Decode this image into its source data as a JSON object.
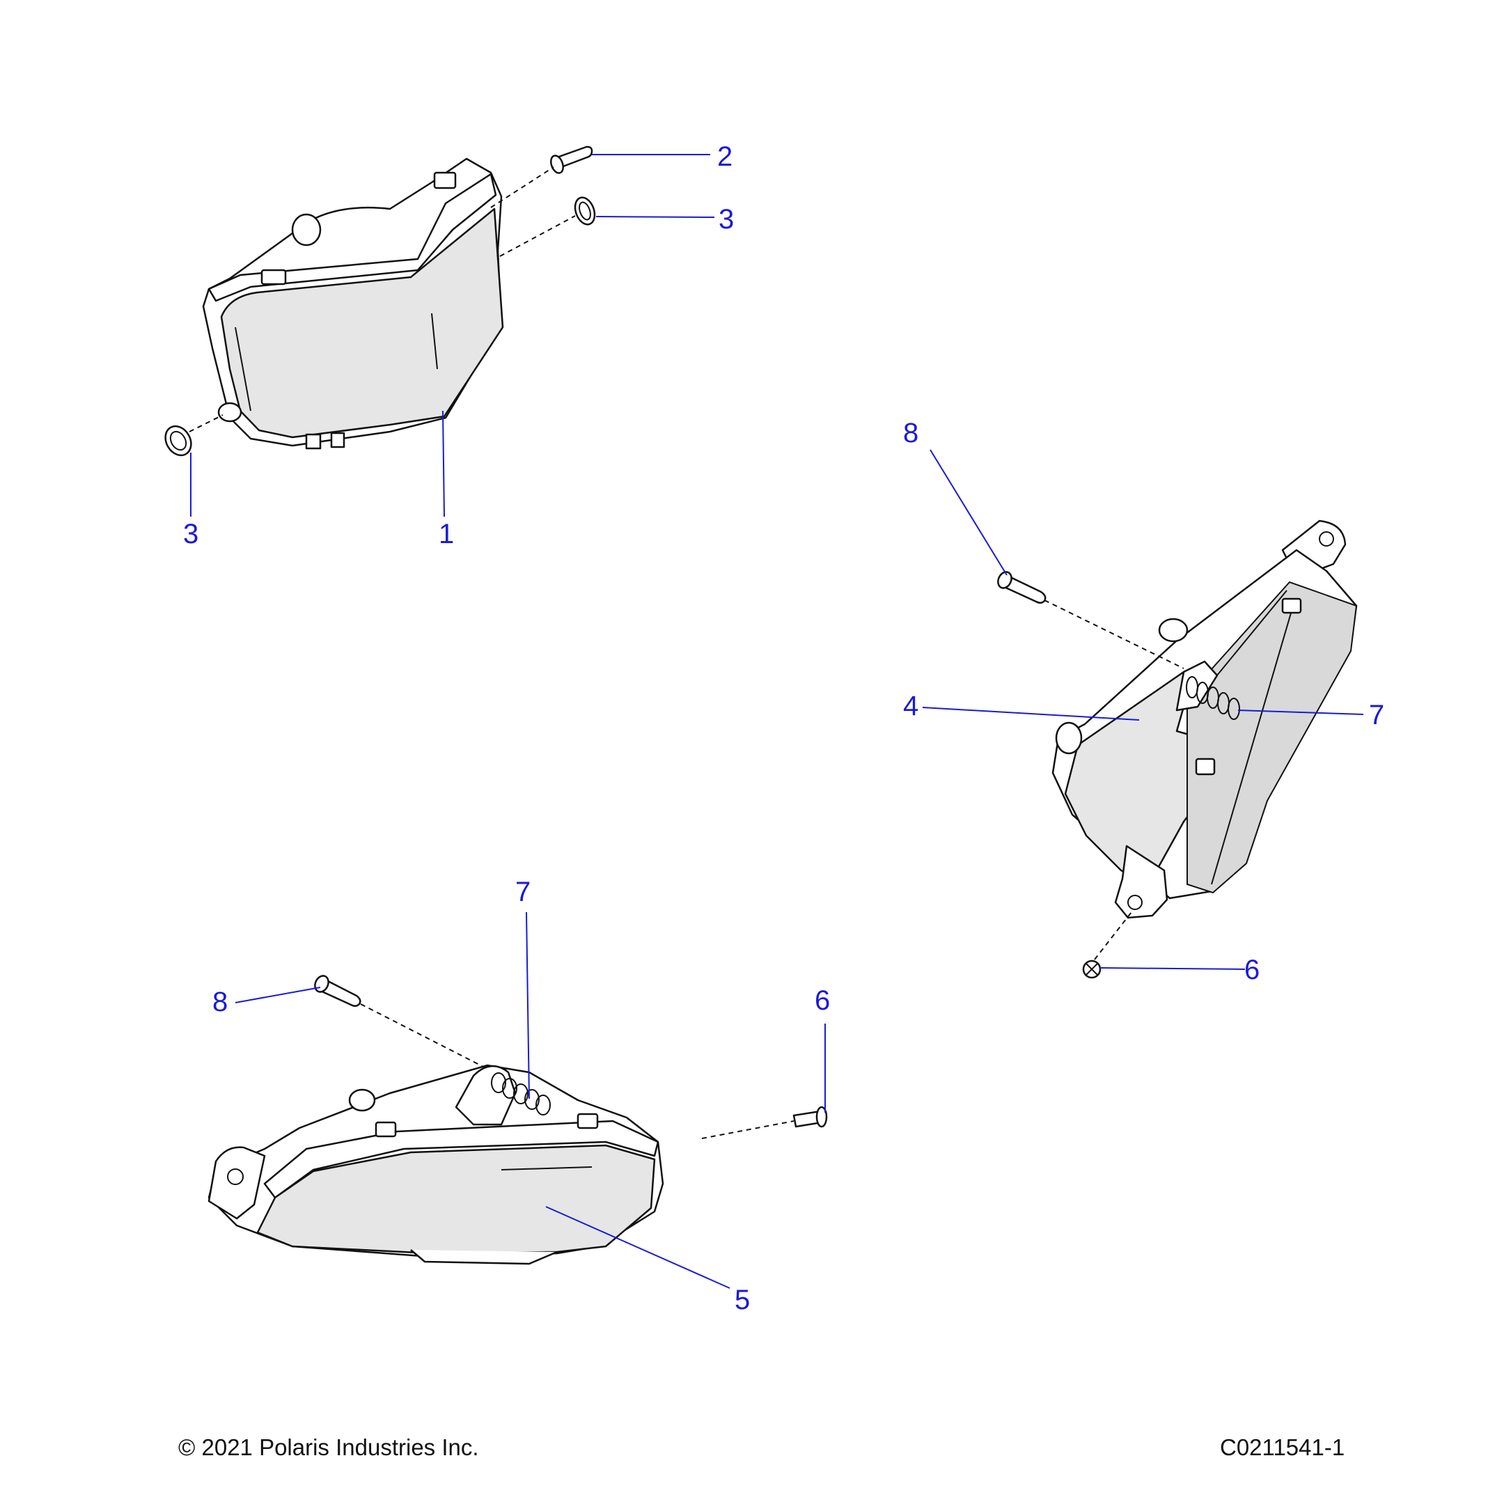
{
  "callouts": {
    "c1": "1",
    "c2": "2",
    "c3a": "3",
    "c3b": "3",
    "c4": "4",
    "c5": "5",
    "c6a": "6",
    "c6b": "6",
    "c7a": "7",
    "c7b": "7",
    "c8a": "8",
    "c8b": "8"
  },
  "footer": {
    "copyright": "© 2021 Polaris Industries Inc.",
    "drawing_number": "C0211541-1"
  },
  "colors": {
    "callout": "#1a1ad8",
    "line": "#111111",
    "shade": "#e6e6e6"
  }
}
